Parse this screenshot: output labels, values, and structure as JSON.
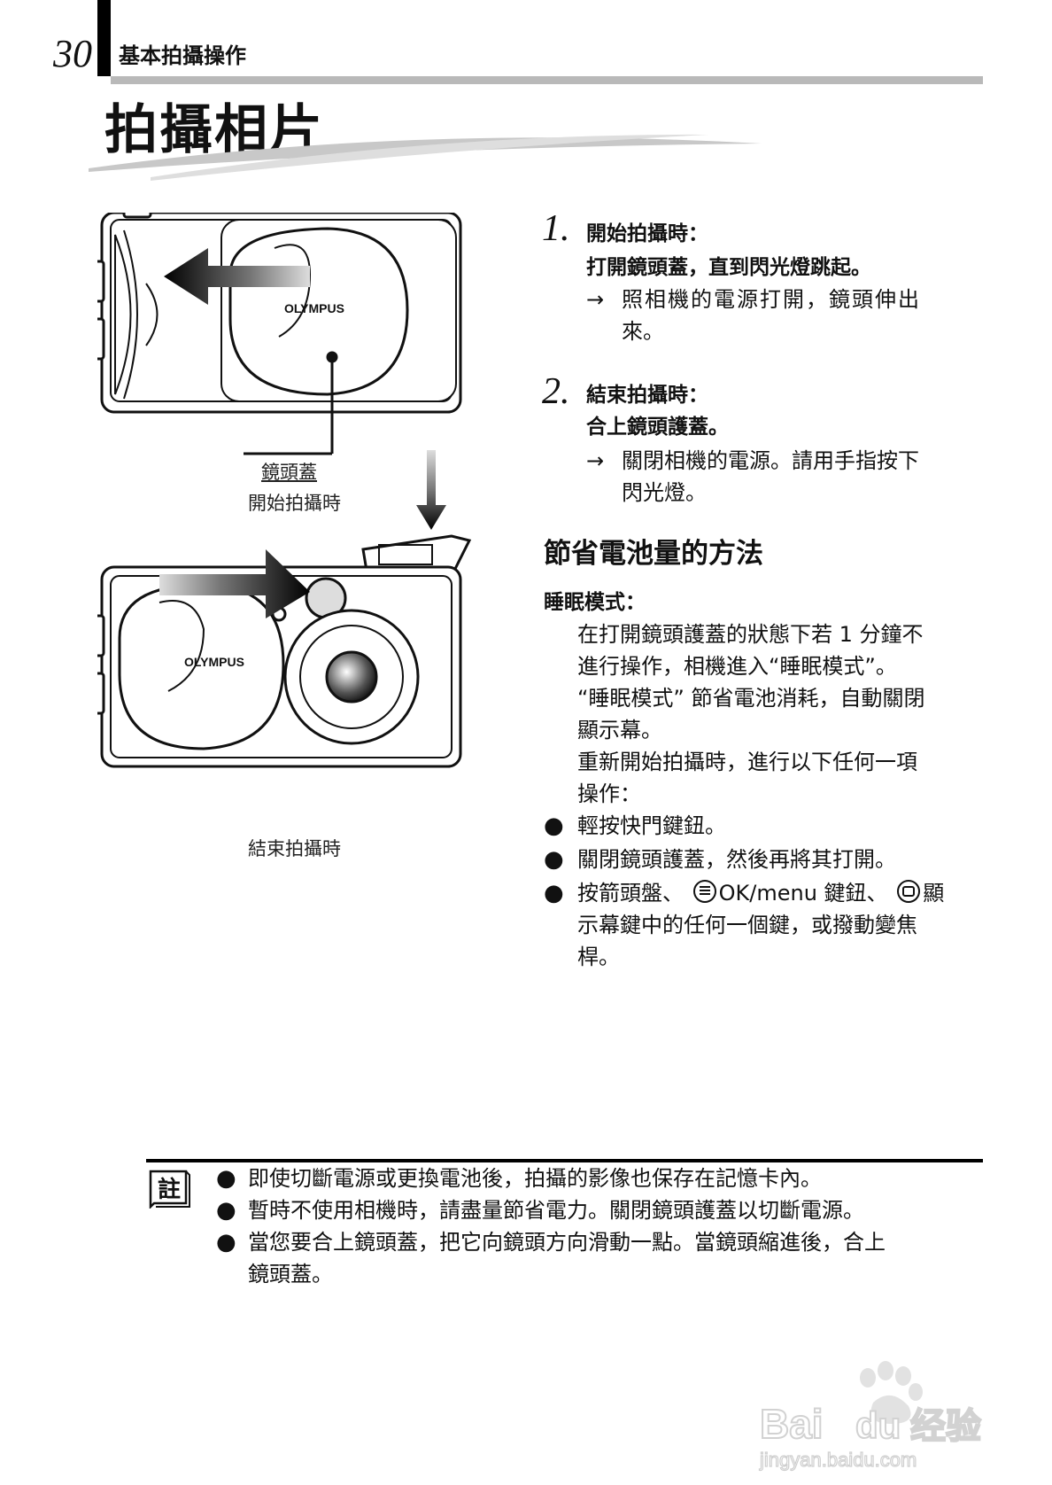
{
  "header": {
    "page_number": "30",
    "section": "基本拍攝操作"
  },
  "title": "拍攝相片",
  "figure": {
    "brand": "OLYMPUS",
    "lens_cover_label": "鏡頭蓋",
    "caption_start": "開始拍攝時",
    "caption_end": "結束拍攝時"
  },
  "steps": [
    {
      "number": "1.",
      "heading": "開始拍攝時：",
      "action": "打開鏡頭蓋，直到閃光燈跳起。",
      "arrow": "→",
      "result_1": "照相機的電源打開，鏡頭伸出",
      "result_2": "來。"
    },
    {
      "number": "2.",
      "heading": "結束拍攝時：",
      "action": "合上鏡頭護蓋。",
      "arrow": "→",
      "result_1": "關閉相機的電源。請用手指按下",
      "result_2": "閃光燈。"
    }
  ],
  "battery": {
    "heading": "節省電池量的方法",
    "sleep_label": "睡眠模式：",
    "body_lines": [
      "在打開鏡頭護蓋的狀態下若 1 分鐘不",
      "進行操作，相機進入“睡眠模式”。",
      "“睡眠模式” 節省電池消耗，自動關閉",
      "顯示幕。",
      "重新開始拍攝時，進行以下任何一項",
      "操作："
    ],
    "bullet_symbol": "●",
    "bullets": {
      "b1": "輕按快門鍵鈕。",
      "b2": "關閉鏡頭護蓋，然後再將其打開。",
      "b3_part1": "按箭頭盤、",
      "b3_part2": "OK/menu 鍵鈕、",
      "b3_part3": "顯",
      "b3_line2": "示幕鍵中的任何一個鍵，或撥動變焦",
      "b3_line3": "桿。"
    },
    "icons": {
      "menu": "menu-button-icon",
      "display": "display-button-icon"
    }
  },
  "note": {
    "icon_label": "註",
    "bullet_symbol": "●",
    "items": [
      "即使切斷電源或更換電池後，拍攝的影像也保存在記憶卡內。",
      "暫時不使用相機時，請盡量節省電力。關閉鏡頭護蓋以切斷電源。",
      "當您要合上鏡頭蓋，把它向鏡頭方向滑動一點。當鏡頭縮進後，合上"
    ],
    "item3_line2": "鏡頭蓋。"
  },
  "watermark": {
    "brand": "Bai",
    "brand2": "du",
    "jingyan": "经验",
    "url": "jingyan.baidu.com"
  }
}
